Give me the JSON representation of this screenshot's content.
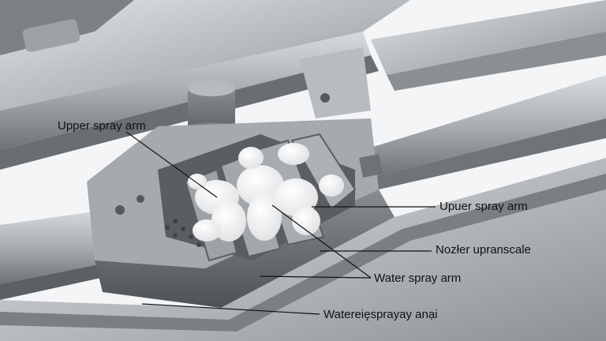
{
  "labels": {
    "upper_spray_arm": "Upper spray arm",
    "upuer_spray_arm": "Upuer spray arm",
    "nozzle_upranscale": "Nozłer upranscale",
    "water_spray_arm": "Water spray arm",
    "watereie_spray_anai": "Watereięsprayay anại"
  },
  "colors": {
    "background": "#f4f5f6",
    "metal_light": "#c9ccd0",
    "metal_mid": "#9a9ea3",
    "metal_dark": "#5f6368",
    "foam": "#ffffff",
    "leader_line": "#111111"
  }
}
